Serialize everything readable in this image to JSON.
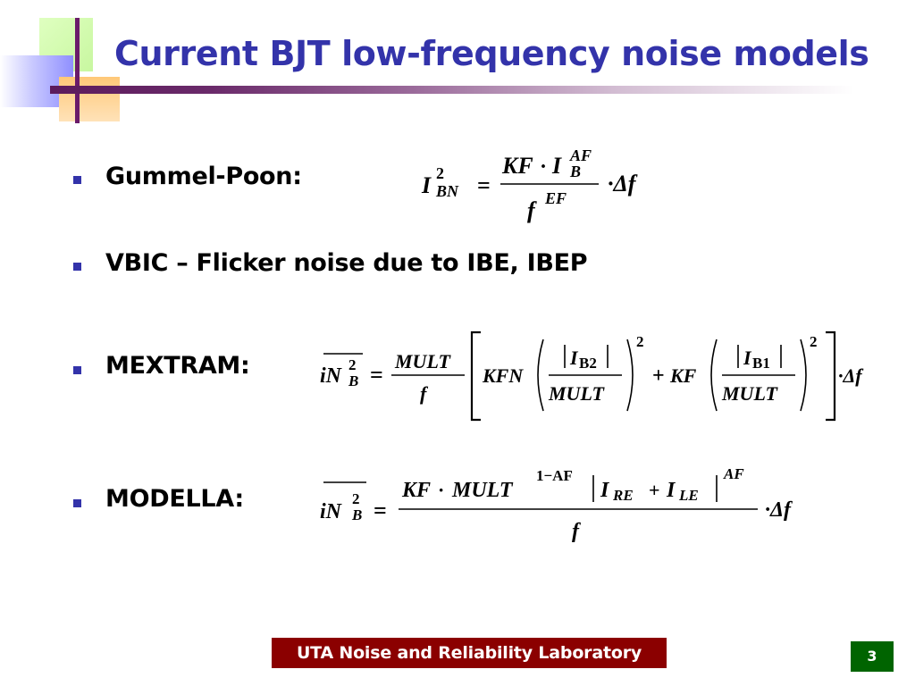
{
  "slide": {
    "title": "Current BJT low-frequency noise models",
    "page_number": "3"
  },
  "bullets": [
    {
      "label": "Gummel-Poon:"
    },
    {
      "label": "VBIC – Flicker noise due to IBE, IBEP"
    },
    {
      "label": "MEXTRAM:"
    },
    {
      "label": "MODELLA:"
    }
  ],
  "formulas": {
    "gummel_poon": {
      "lhs_base": "I",
      "lhs_sup": "2",
      "lhs_sub": "BN",
      "eq": "=",
      "num_kf": "KF",
      "dot": "·",
      "num_i": "I",
      "num_sup": "AF",
      "num_sub": "B",
      "den_f": "f",
      "den_sup": "EF",
      "tail": "·Δf"
    },
    "mextram": {
      "lhs": "iN",
      "lhs_sup": "2",
      "lhs_sub": "B",
      "eq": "=",
      "mult": "MULT",
      "f": "f",
      "kfn": "KFN",
      "i": "I",
      "sub1": "B2",
      "mult2": "MULT",
      "exp": "2",
      "plus": "+",
      "kf": "KF",
      "sub2": "B1",
      "mult3": "MULT",
      "exp2": "2",
      "tail": "·Δf"
    },
    "modella": {
      "lhs": "iN",
      "lhs_sup": "2",
      "lhs_sub": "B",
      "eq": "=",
      "kf": "KF",
      "dot": "·",
      "mult": "MULT",
      "exp": "1−AF",
      "i": "I",
      "sub_re": "RE",
      "plus": "+",
      "sub_le": "LE",
      "exp_af": "AF",
      "f": "f",
      "tail": "·Δf"
    }
  },
  "footer": {
    "lab_name": "UTA Noise and Reliability Laboratory"
  }
}
